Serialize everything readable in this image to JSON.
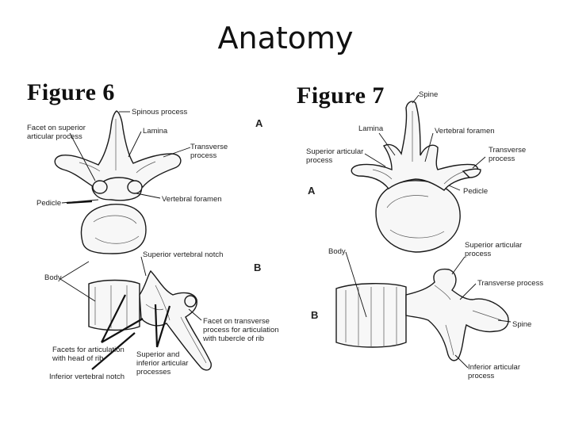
{
  "slide": {
    "title": "Anatomy"
  },
  "figure6": {
    "title": "Figure 6",
    "part_a": "A",
    "part_b": "B",
    "labels": {
      "spinous_process": "Spinous process",
      "facet_superior": "Facet on superior\narticular process",
      "lamina": "Lamina",
      "transverse_process": "Transverse\nprocess",
      "pedicle": "Pedicle",
      "vertebral_foramen": "Vertebral foramen",
      "superior_vertebral_notch": "Superior vertebral notch",
      "body": "Body",
      "facet_transverse": "Facet on transverse\nprocess for articulation\nwith tubercle of rib",
      "facets_head_rib": "Facets for articulation\nwith head of rib",
      "sup_inf_articular": "Superior and\ninferior articular\nprocesses",
      "inferior_vertebral_notch": "Inferior vertebral notch"
    }
  },
  "figure7": {
    "title": "Figure 7",
    "part_a": "A",
    "part_b": "B",
    "labels": {
      "spine": "Spine",
      "lamina": "Lamina",
      "vertebral_foramen": "Vertebral foramen",
      "superior_articular": "Superior articular\nprocess",
      "transverse_process": "Transverse\nprocess",
      "pedicle": "Pedicle",
      "body": "Body",
      "superior_articular_b": "Superior articular\nprocess",
      "transverse_process_b": "Transverse process",
      "spine_b": "Spine",
      "inferior_articular": "Inferior articular\nprocess"
    }
  }
}
